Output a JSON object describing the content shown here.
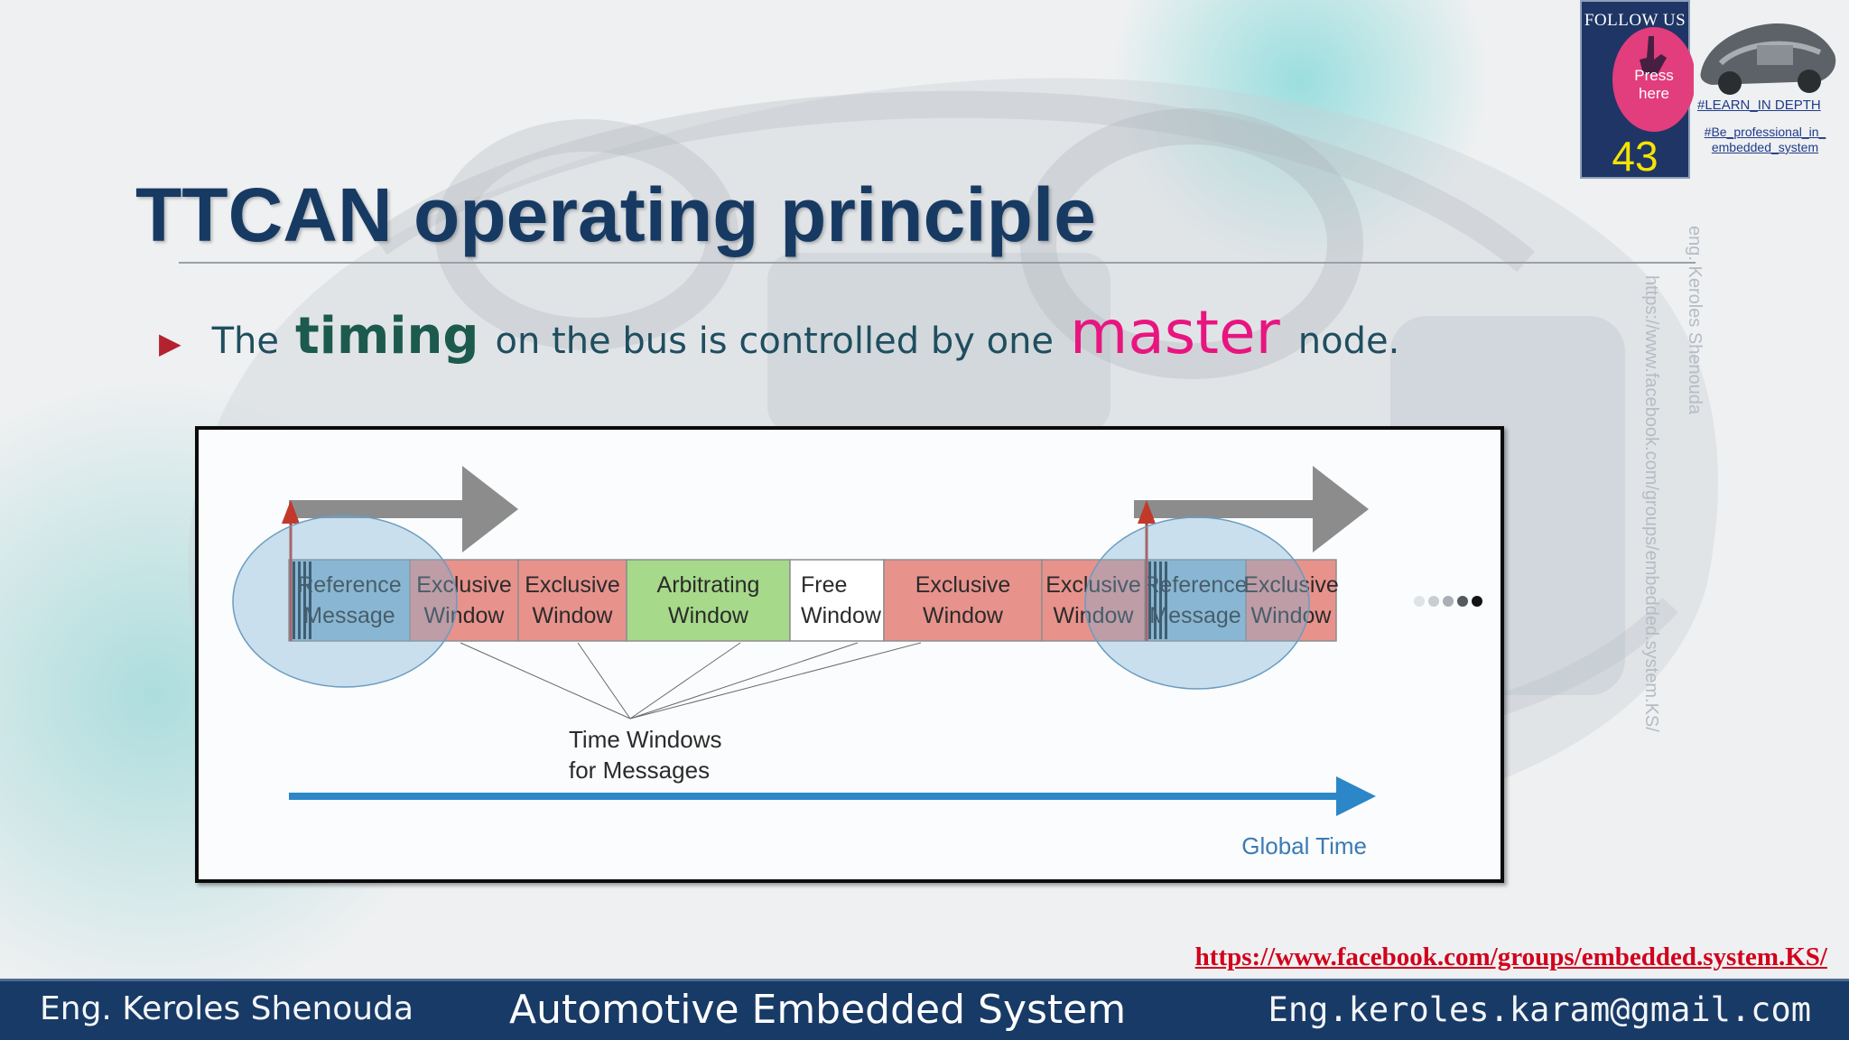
{
  "slide": {
    "title": "TTCAN operating principle",
    "bullet": {
      "part1": "The",
      "emphasis1": "timing",
      "part2": "on the bus is controlled by one",
      "emphasis2": "master",
      "part3": "node."
    }
  },
  "diagram": {
    "segments": [
      {
        "line1": "Reference",
        "line2": "Message",
        "kind": "reference"
      },
      {
        "line1": "Exclusive",
        "line2": "Window",
        "kind": "exclusive"
      },
      {
        "line1": "Exclusive",
        "line2": "Window",
        "kind": "exclusive"
      },
      {
        "line1": "Arbitrating",
        "line2": "Window",
        "kind": "arbitrating"
      },
      {
        "line1": "Free",
        "line2": "Window",
        "kind": "free"
      },
      {
        "line1": "Exclusive",
        "line2": "Window",
        "kind": "exclusive"
      },
      {
        "line1": "Exclusive",
        "line2": "Window",
        "kind": "exclusive"
      },
      {
        "line1": "Reference",
        "line2": "Message",
        "kind": "reference"
      },
      {
        "line1": "Exclusive",
        "line2": "Window",
        "kind": "exclusive"
      }
    ],
    "callout_line1": "Time Windows",
    "callout_line2": "for Messages",
    "axis_label": "Global Time",
    "colors": {
      "exclusive": "#e8928c",
      "arbitrating": "#a6d98a",
      "free": "#ffffff",
      "reference": "#93bcd4",
      "time_arrow": "#2b87c8",
      "big_arrow": "#8c8c8c",
      "trigger_arrow": "#c0392b"
    }
  },
  "badge": {
    "follow_label": "FOLLOW US",
    "press_label_1": "Press",
    "press_label_2": "here",
    "count": "43",
    "tag1": "#LEARN_IN DEPTH",
    "tag2_line1": "#Be_professional_in_",
    "tag2_line2": "embedded_system"
  },
  "watermarks": {
    "author": "eng. Keroles Shenouda",
    "url": "https://www.facebook.com/groups/embedded.system.KS/"
  },
  "links": {
    "facebook": "https://www.facebook.com/groups/embedded.system.KS/"
  },
  "footer": {
    "author": "Eng. Keroles Shenouda",
    "course": "Automotive Embedded System",
    "email": "Eng.keroles.karam@gmail.com"
  }
}
